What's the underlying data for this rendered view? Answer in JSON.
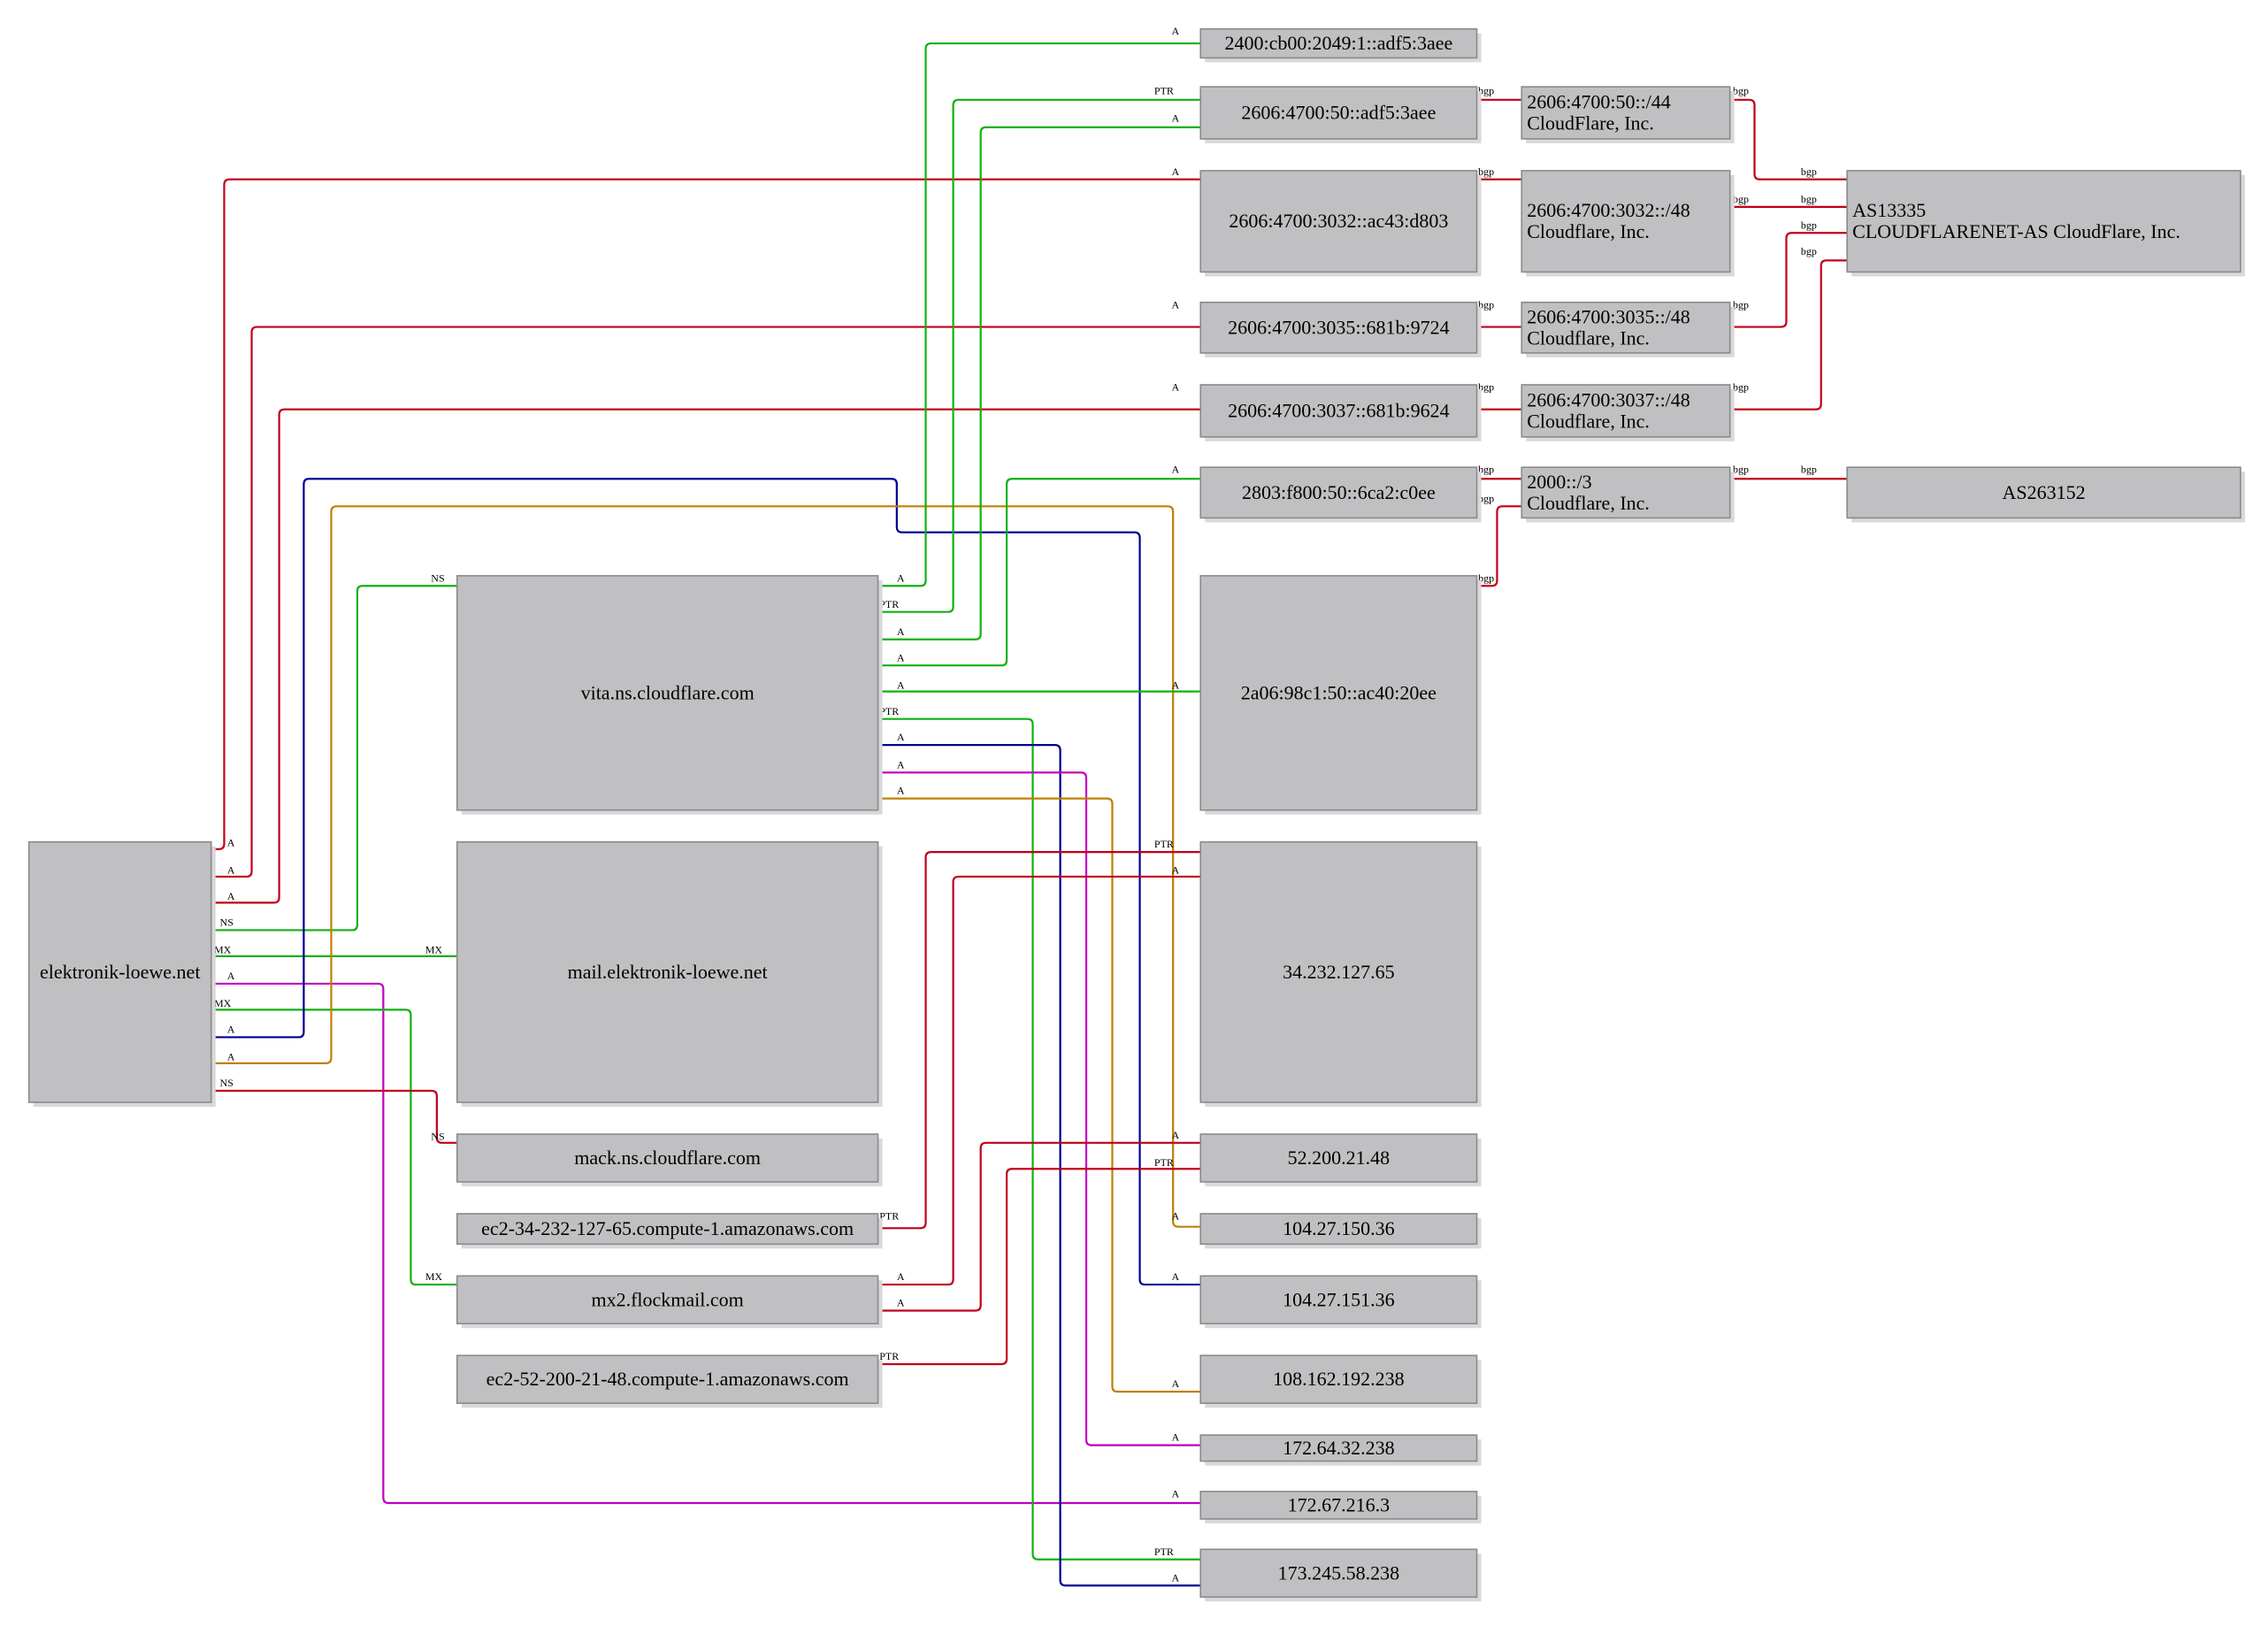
{
  "colors": {
    "red": "#c00018",
    "green": "#10b010",
    "blue": "#000090",
    "magenta": "#c000c0",
    "orange": "#c08000",
    "node_fill": "#c0bfc1",
    "node_border": "#8a898b"
  },
  "nodes": {
    "domain": [
      "elektronik-loewe.net"
    ],
    "vita": [
      "vita.ns.cloudflare.com"
    ],
    "mailhost": [
      "mail.elektronik-loewe.net"
    ],
    "mack": [
      "mack.ns.cloudflare.com"
    ],
    "ec2a": [
      "ec2-34-232-127-65.compute-1.amazonaws.com"
    ],
    "mx2": [
      "mx2.flockmail.com"
    ],
    "ec2b": [
      "ec2-52-200-21-48.compute-1.amazonaws.com"
    ],
    "ip6a": [
      "2400:cb00:2049:1::adf5:3aee"
    ],
    "ip6b": [
      "2606:4700:50::adf5:3aee"
    ],
    "ip6c": [
      "2606:4700:3032::ac43:d803"
    ],
    "ip6d": [
      "2606:4700:3035::681b:9724"
    ],
    "ip6e": [
      "2606:4700:3037::681b:9624"
    ],
    "ip6f": [
      "2803:f800:50::6ca2:c0ee"
    ],
    "ip6g": [
      "2a06:98c1:50::ac40:20ee"
    ],
    "ip4a": [
      "34.232.127.65"
    ],
    "ip4b": [
      "52.200.21.48"
    ],
    "ip4c": [
      "104.27.150.36"
    ],
    "ip4d": [
      "104.27.151.36"
    ],
    "ip4e": [
      "108.162.192.238"
    ],
    "ip4f": [
      "172.64.32.238"
    ],
    "ip4g": [
      "172.67.216.3"
    ],
    "ip4h": [
      "173.245.58.238"
    ],
    "pfx1": [
      "2606:4700:50::/44",
      "CloudFlare, Inc."
    ],
    "pfx2": [
      "2606:4700:3032::/48",
      "Cloudflare, Inc."
    ],
    "pfx3": [
      "2606:4700:3035::/48",
      "Cloudflare, Inc."
    ],
    "pfx4": [
      "2606:4700:3037::/48",
      "Cloudflare, Inc."
    ],
    "pfx5": [
      "2000::/3",
      "Cloudflare, Inc."
    ],
    "as1": [
      "AS13335",
      "CLOUDFLARENET-AS CloudFlare, Inc."
    ],
    "as2": [
      "AS263152"
    ]
  },
  "edges": [
    {
      "from": "domain",
      "to": "ip6c",
      "label": "A",
      "color": "red"
    },
    {
      "from": "domain",
      "to": "ip6d",
      "label": "A",
      "color": "red"
    },
    {
      "from": "domain",
      "to": "ip6e",
      "label": "A",
      "color": "red"
    },
    {
      "from": "domain",
      "to": "vita",
      "label": "NS",
      "color": "green"
    },
    {
      "from": "domain",
      "to": "mailhost",
      "label": "MX",
      "color": "green"
    },
    {
      "from": "domain",
      "to": "ip4g",
      "label": "A",
      "color": "magenta"
    },
    {
      "from": "domain",
      "to": "mx2",
      "label": "MX",
      "color": "green"
    },
    {
      "from": "domain",
      "to": "ip4d",
      "label": "A",
      "color": "blue"
    },
    {
      "from": "domain",
      "to": "ip4c",
      "label": "A",
      "color": "orange"
    },
    {
      "from": "domain",
      "to": "mack",
      "label": "NS",
      "color": "red"
    },
    {
      "from": "vita",
      "to": "ip6a",
      "label": "A",
      "color": "green"
    },
    {
      "from": "vita",
      "to": "ip6b",
      "label": "PTR",
      "color": "green"
    },
    {
      "from": "vita",
      "to": "ip6b",
      "label": "A",
      "color": "green"
    },
    {
      "from": "vita",
      "to": "ip6f",
      "label": "A",
      "color": "green"
    },
    {
      "from": "vita",
      "to": "ip6g",
      "label": "A",
      "color": "green"
    },
    {
      "from": "vita",
      "to": "ip4h",
      "label": "PTR",
      "color": "green"
    },
    {
      "from": "vita",
      "to": "ip4h",
      "label": "A",
      "color": "blue"
    },
    {
      "from": "vita",
      "to": "ip4f",
      "label": "A",
      "color": "magenta"
    },
    {
      "from": "vita",
      "to": "ip4e",
      "label": "A",
      "color": "orange"
    },
    {
      "from": "ec2a",
      "to": "ip4a",
      "label": "PTR",
      "color": "red"
    },
    {
      "from": "mx2",
      "to": "ip4a",
      "label": "A",
      "color": "red"
    },
    {
      "from": "mx2",
      "to": "ip4b",
      "label": "A",
      "color": "red"
    },
    {
      "from": "ec2b",
      "to": "ip4b",
      "label": "PTR",
      "color": "red"
    },
    {
      "from": "ip6b",
      "to": "pfx1",
      "label": "bgp",
      "color": "red"
    },
    {
      "from": "ip6c",
      "to": "pfx2",
      "label": "bgp",
      "color": "red"
    },
    {
      "from": "ip6d",
      "to": "pfx3",
      "label": "bgp",
      "color": "red"
    },
    {
      "from": "ip6e",
      "to": "pfx4",
      "label": "bgp",
      "color": "red"
    },
    {
      "from": "ip6f",
      "to": "pfx5",
      "label": "bgp",
      "color": "red"
    },
    {
      "from": "ip6g",
      "to": "pfx5",
      "label": "bgp",
      "color": "red"
    },
    {
      "from": "pfx1",
      "to": "as1",
      "label": "bgp",
      "color": "red"
    },
    {
      "from": "pfx2",
      "to": "as1",
      "label": "bgp",
      "color": "red"
    },
    {
      "from": "pfx3",
      "to": "as1",
      "label": "bgp",
      "color": "red"
    },
    {
      "from": "pfx4",
      "to": "as1",
      "label": "bgp",
      "color": "red"
    },
    {
      "from": "pfx5",
      "to": "as2",
      "label": "bgp",
      "color": "red"
    }
  ]
}
